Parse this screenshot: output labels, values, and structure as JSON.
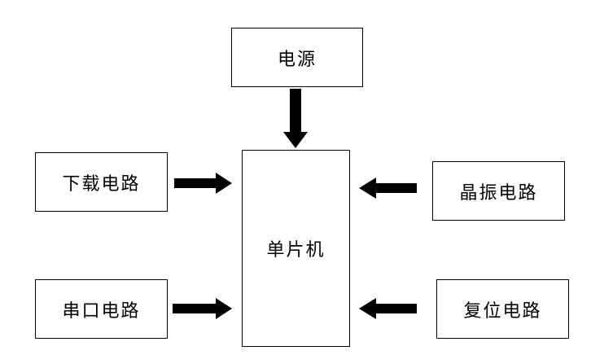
{
  "diagram": {
    "nodes": {
      "power": "电源",
      "mcu": "单片机",
      "download": "下载电路",
      "serial": "串口电路",
      "crystal": "晶振电路",
      "reset": "复位电路"
    },
    "edges": [
      {
        "from": "power",
        "to": "mcu"
      },
      {
        "from": "download",
        "to": "mcu"
      },
      {
        "from": "serial",
        "to": "mcu"
      },
      {
        "from": "crystal",
        "to": "mcu"
      },
      {
        "from": "reset",
        "to": "mcu"
      }
    ],
    "colors": {
      "stroke": "#000000",
      "background": "#ffffff"
    }
  }
}
